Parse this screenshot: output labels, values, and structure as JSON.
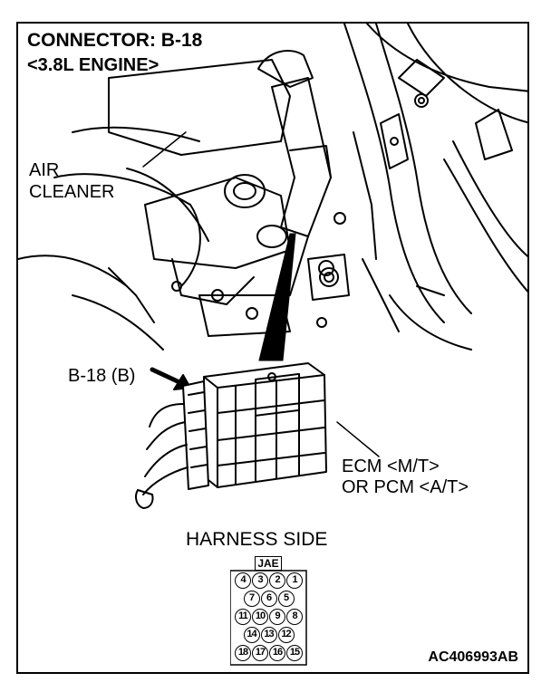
{
  "title": "CONNECTOR: B-18",
  "subtitle": "<3.8L ENGINE>",
  "labels": {
    "air_cleaner_line1": "AIR",
    "air_cleaner_line2": "CLEANER",
    "connector_ref": "B-18 (B)",
    "ecm_line1": "ECM <M/T>",
    "ecm_line2": "OR PCM <A/T>",
    "harness_side": "HARNESS SIDE",
    "figure_code": "AC406993AB"
  },
  "connector": {
    "maker": "JAE",
    "rows": [
      [
        "4",
        "3",
        "2",
        "1"
      ],
      [
        "7",
        "6",
        "5"
      ],
      [
        "11",
        "10",
        "9",
        "8"
      ],
      [
        "14",
        "13",
        "12"
      ],
      [
        "18",
        "17",
        "16",
        "15"
      ]
    ]
  }
}
